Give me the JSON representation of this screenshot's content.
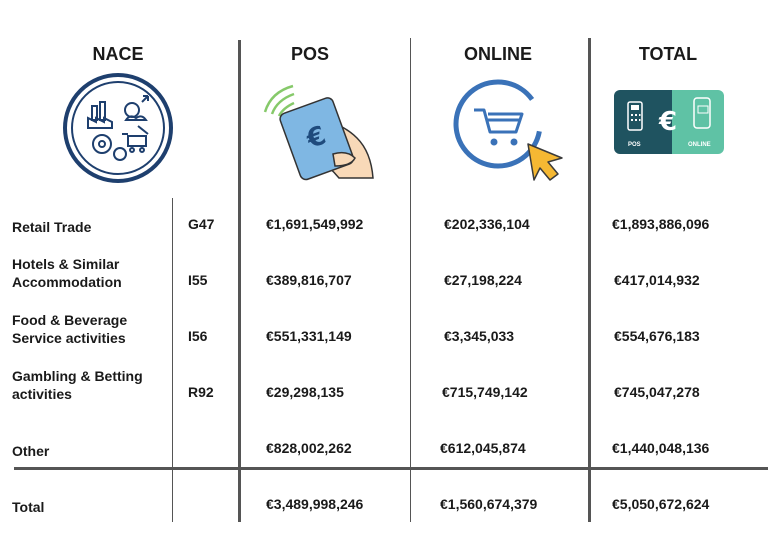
{
  "headers": {
    "nace": "NACE",
    "pos": "POS",
    "online": "ONLINE",
    "total": "TOTAL"
  },
  "icons": {
    "nace": "industry-sectors-icon",
    "pos": "contactless-card-payment-icon",
    "online": "online-shopping-cart-icon",
    "total": "pos-online-euro-icon",
    "total_badge_left": "POS",
    "total_badge_right": "ONLINE"
  },
  "rows": [
    {
      "line1": "Retail Trade",
      "line2": "",
      "code": "G47",
      "pos": "€1,691,549,992",
      "online": "€202,336,104",
      "total": "€1,893,886,096"
    },
    {
      "line1": "Hotels & Similar",
      "line2": "Accommodation",
      "code": "I55",
      "pos": "€389,816,707",
      "online": "€27,198,224",
      "total": "€417,014,932"
    },
    {
      "line1": "Food & Beverage",
      "line2": "Service activities",
      "code": "I56",
      "pos": "€551,331,149",
      "online": "€3,345,033",
      "total": "€554,676,183"
    },
    {
      "line1": "Gambling & Betting",
      "line2": "activities",
      "code": "R92",
      "pos": "€29,298,135",
      "online": "€715,749,142",
      "total": "€745,047,278"
    },
    {
      "line1": "Other",
      "line2": "",
      "code": "",
      "pos": "€828,002,262",
      "online": "€612,045,874",
      "total": "€1,440,048,136"
    }
  ],
  "total_row": {
    "label": "Total",
    "pos": "€3,489,998,246",
    "online": "€1,560,674,379",
    "total": "€5,050,672,624"
  },
  "colors": {
    "nace_blue": "#1e3f6e",
    "card_blue": "#7fb7e3",
    "cart_blue": "#3a72b8",
    "cursor_orange": "#f5b833",
    "badge_dark": "#1f5360",
    "badge_teal": "#5fc2a5"
  }
}
